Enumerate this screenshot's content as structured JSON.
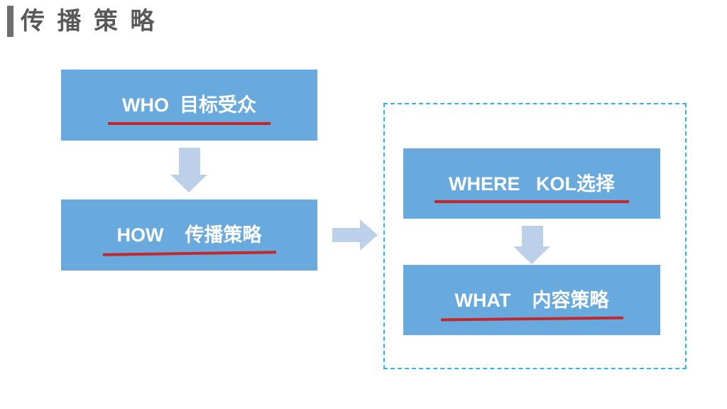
{
  "slide": {
    "title": "传 播 策 略",
    "title_accent_color": "#6E6E6E",
    "title_color": "#595959",
    "background": "#ffffff"
  },
  "palette": {
    "box_fill": "#68A9DE",
    "box_text": "#ffffff",
    "underline_red": "#C1272D",
    "arrow_fill": "#BDD0EA",
    "dashed_border": "#29B6F6"
  },
  "flow": {
    "left_column": [
      {
        "id": "who",
        "label": "WHO  目标受众",
        "keyword": "WHO",
        "chinese": "目标受众"
      },
      {
        "id": "how",
        "label": "HOW    传播策略",
        "keyword": "HOW",
        "chinese": "传播策略"
      }
    ],
    "right_column": [
      {
        "id": "where",
        "label": "WHERE   KOL选择",
        "keyword": "WHERE",
        "chinese": "KOL选择"
      },
      {
        "id": "what",
        "label": "WHAT    内容策略",
        "keyword": "WHAT",
        "chinese": "内容策略"
      }
    ],
    "connectors": [
      {
        "id": "who-to-how",
        "direction": "down"
      },
      {
        "id": "how-to-group",
        "direction": "right"
      },
      {
        "id": "where-to-what",
        "direction": "down"
      }
    ]
  }
}
